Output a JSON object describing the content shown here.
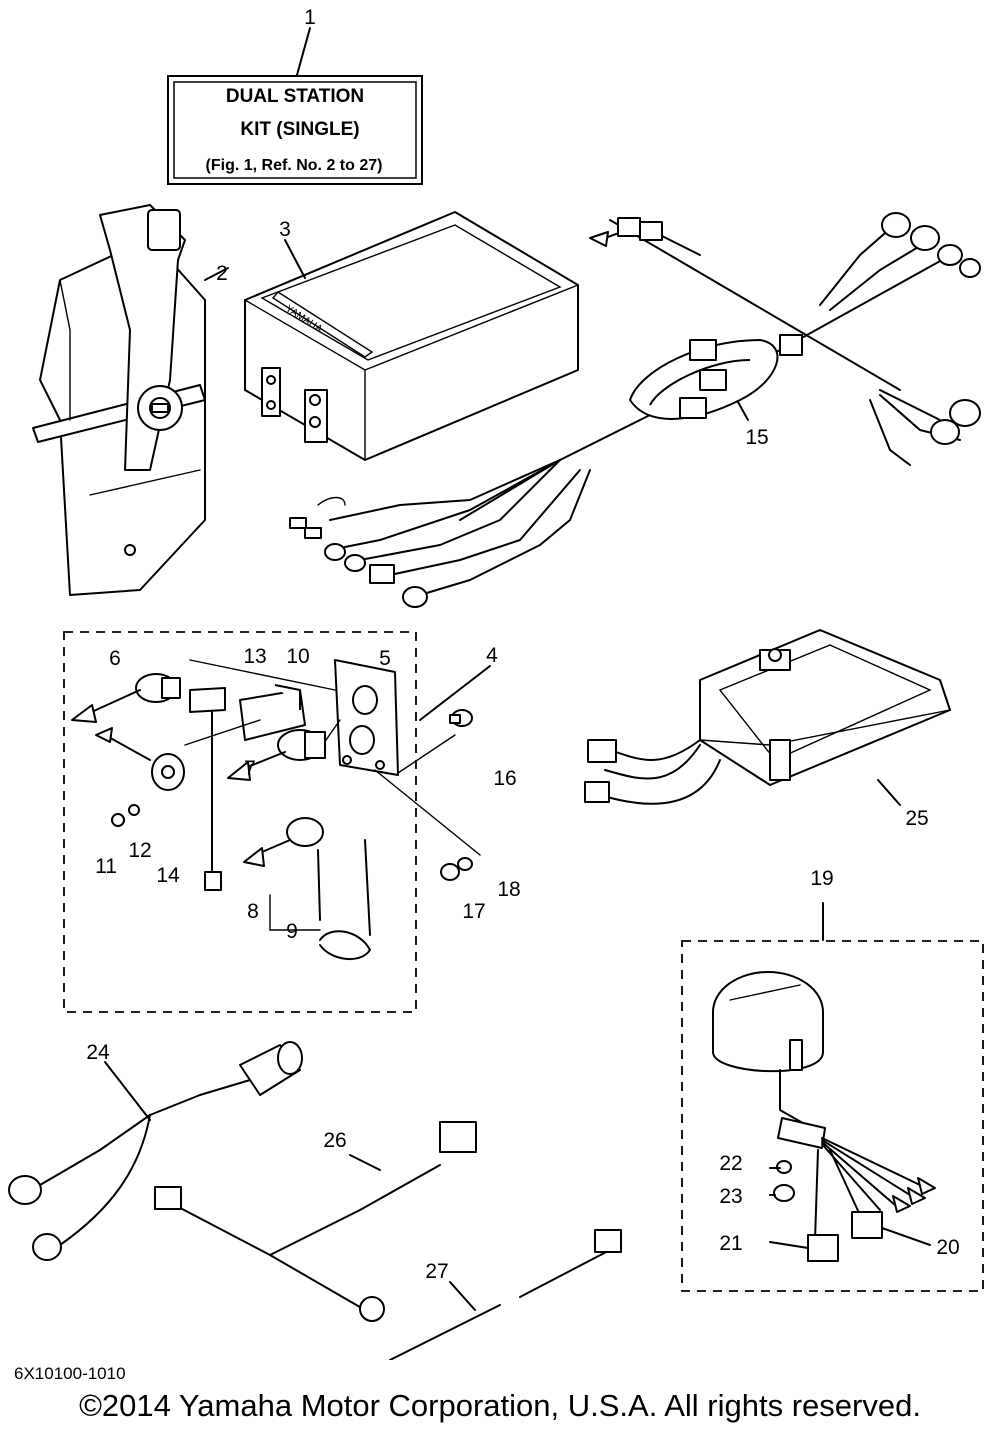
{
  "label_box": {
    "line1": "DUAL STATION",
    "line2": "KIT (SINGLE)",
    "line3": "(Fig. 1, Ref. No. 2 to 27)"
  },
  "ref_numbers": {
    "r1": "1",
    "r2": "2",
    "r3": "3",
    "r4": "4",
    "r5": "5",
    "r6": "6",
    "r7": "7",
    "r8": "8",
    "r9": "9",
    "r10": "10",
    "r11": "11",
    "r12": "12",
    "r13": "13",
    "r14": "14",
    "r15": "15",
    "r16": "16",
    "r17": "17",
    "r18": "18",
    "r19": "19",
    "r20": "20",
    "r21": "21",
    "r22": "22",
    "r23": "23",
    "r24": "24",
    "r25": "25",
    "r26": "26",
    "r27": "27"
  },
  "box_brand": "YAMAHA",
  "diagram_code": "6X10100-1010",
  "copyright": "©2014 Yamaha Motor Corporation, U.S.A. All rights reserved."
}
